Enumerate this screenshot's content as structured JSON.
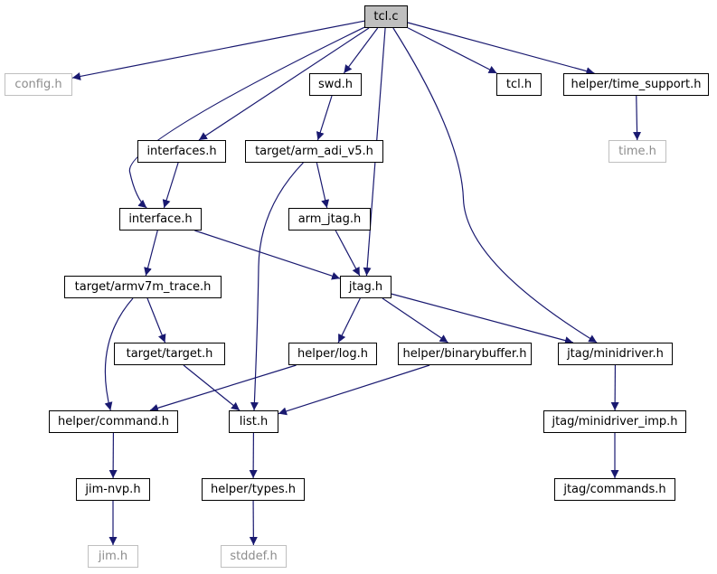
{
  "graph": {
    "colors": {
      "edge": "#191970",
      "box": "#000000",
      "external_box": "#bfbfbf",
      "external_text": "#8c8c8c",
      "root_fill": "#bfbfbf"
    },
    "nodes": [
      {
        "id": "tcl_c",
        "label": "tcl.c",
        "kind": "root"
      },
      {
        "id": "config_h",
        "label": "config.h",
        "kind": "external"
      },
      {
        "id": "swd_h",
        "label": "swd.h",
        "kind": "file"
      },
      {
        "id": "tcl_h",
        "label": "tcl.h",
        "kind": "file"
      },
      {
        "id": "helper_time_support_h",
        "label": "helper/time_support.h",
        "kind": "file"
      },
      {
        "id": "interfaces_h",
        "label": "interfaces.h",
        "kind": "file"
      },
      {
        "id": "target_arm_adi_v5_h",
        "label": "target/arm_adi_v5.h",
        "kind": "file"
      },
      {
        "id": "time_h",
        "label": "time.h",
        "kind": "external"
      },
      {
        "id": "interface_h",
        "label": "interface.h",
        "kind": "file"
      },
      {
        "id": "arm_jtag_h",
        "label": "arm_jtag.h",
        "kind": "file"
      },
      {
        "id": "target_armv7m_trace_h",
        "label": "target/armv7m_trace.h",
        "kind": "file"
      },
      {
        "id": "jtag_h",
        "label": "jtag.h",
        "kind": "file"
      },
      {
        "id": "target_target_h",
        "label": "target/target.h",
        "kind": "file"
      },
      {
        "id": "helper_log_h",
        "label": "helper/log.h",
        "kind": "file"
      },
      {
        "id": "helper_binarybuffer_h",
        "label": "helper/binarybuffer.h",
        "kind": "file"
      },
      {
        "id": "jtag_minidriver_h",
        "label": "jtag/minidriver.h",
        "kind": "file"
      },
      {
        "id": "helper_command_h",
        "label": "helper/command.h",
        "kind": "file"
      },
      {
        "id": "list_h",
        "label": "list.h",
        "kind": "file"
      },
      {
        "id": "jtag_minidriver_imp_h",
        "label": "jtag/minidriver_imp.h",
        "kind": "file"
      },
      {
        "id": "jim_nvp_h",
        "label": "jim-nvp.h",
        "kind": "file"
      },
      {
        "id": "helper_types_h",
        "label": "helper/types.h",
        "kind": "file"
      },
      {
        "id": "jtag_commands_h",
        "label": "jtag/commands.h",
        "kind": "file"
      },
      {
        "id": "jim_h",
        "label": "jim.h",
        "kind": "external"
      },
      {
        "id": "stddef_h",
        "label": "stddef.h",
        "kind": "external"
      }
    ],
    "edges": [
      {
        "from": "tcl_c",
        "to": "config_h"
      },
      {
        "from": "tcl_c",
        "to": "interface_h"
      },
      {
        "from": "tcl_c",
        "to": "interfaces_h"
      },
      {
        "from": "tcl_c",
        "to": "swd_h"
      },
      {
        "from": "tcl_c",
        "to": "jtag_h"
      },
      {
        "from": "tcl_c",
        "to": "jtag_minidriver_h"
      },
      {
        "from": "tcl_c",
        "to": "tcl_h"
      },
      {
        "from": "tcl_c",
        "to": "helper_time_support_h"
      },
      {
        "from": "swd_h",
        "to": "target_arm_adi_v5_h"
      },
      {
        "from": "helper_time_support_h",
        "to": "time_h"
      },
      {
        "from": "interfaces_h",
        "to": "interface_h"
      },
      {
        "from": "target_arm_adi_v5_h",
        "to": "arm_jtag_h"
      },
      {
        "from": "target_arm_adi_v5_h",
        "to": "list_h"
      },
      {
        "from": "interface_h",
        "to": "target_armv7m_trace_h"
      },
      {
        "from": "interface_h",
        "to": "jtag_h"
      },
      {
        "from": "arm_jtag_h",
        "to": "jtag_h"
      },
      {
        "from": "target_armv7m_trace_h",
        "to": "target_target_h"
      },
      {
        "from": "target_armv7m_trace_h",
        "to": "helper_command_h"
      },
      {
        "from": "jtag_h",
        "to": "helper_log_h"
      },
      {
        "from": "jtag_h",
        "to": "helper_binarybuffer_h"
      },
      {
        "from": "jtag_h",
        "to": "jtag_minidriver_h"
      },
      {
        "from": "target_target_h",
        "to": "list_h"
      },
      {
        "from": "helper_log_h",
        "to": "helper_command_h"
      },
      {
        "from": "helper_binarybuffer_h",
        "to": "list_h"
      },
      {
        "from": "jtag_minidriver_h",
        "to": "jtag_minidriver_imp_h"
      },
      {
        "from": "helper_command_h",
        "to": "jim_nvp_h"
      },
      {
        "from": "list_h",
        "to": "helper_types_h"
      },
      {
        "from": "jtag_minidriver_imp_h",
        "to": "jtag_commands_h"
      },
      {
        "from": "jim_nvp_h",
        "to": "jim_h"
      },
      {
        "from": "helper_types_h",
        "to": "stddef_h"
      }
    ]
  }
}
